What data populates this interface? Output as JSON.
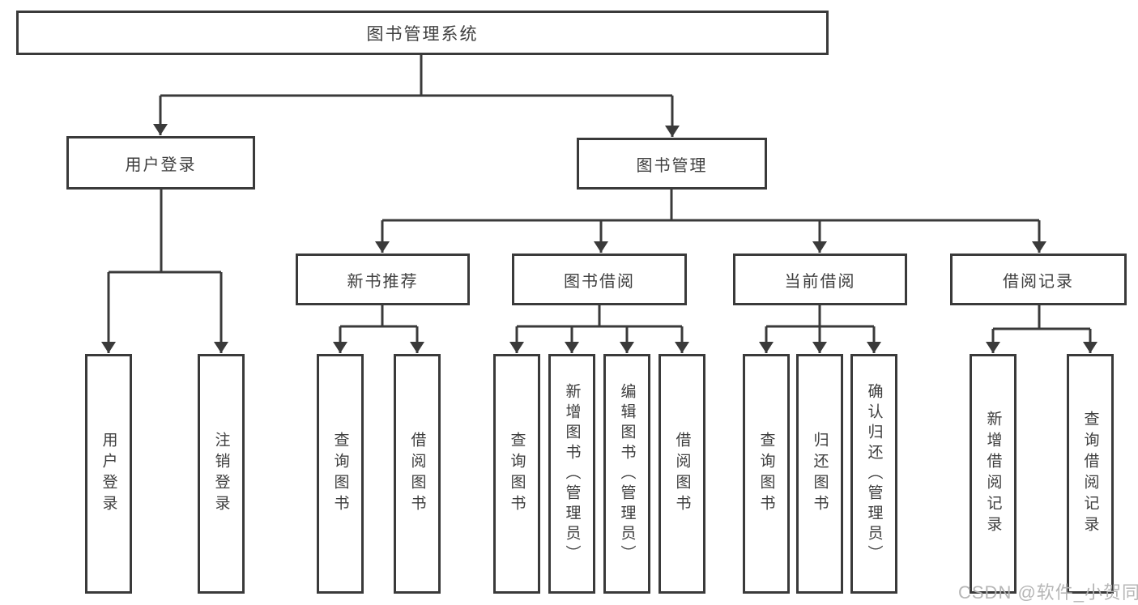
{
  "tree": {
    "label": "图书管理系统",
    "children": [
      {
        "label": "用户登录",
        "children": [
          {
            "label": "用户登录"
          },
          {
            "label": "注销登录"
          }
        ]
      },
      {
        "label": "图书管理",
        "children": [
          {
            "label": "新书推荐",
            "children": [
              {
                "label": "查询图书"
              },
              {
                "label": "借阅图书"
              }
            ]
          },
          {
            "label": "图书借阅",
            "children": [
              {
                "label": "查询图书"
              },
              {
                "label": "新增图书（管理员）"
              },
              {
                "label": "编辑图书（管理员）"
              },
              {
                "label": "借阅图书"
              }
            ]
          },
          {
            "label": "当前借阅",
            "children": [
              {
                "label": "查询图书"
              },
              {
                "label": "归还图书"
              },
              {
                "label": "确认归还（管理员）"
              }
            ]
          },
          {
            "label": "借阅记录",
            "children": [
              {
                "label": "新增借阅记录"
              },
              {
                "label": "查询借阅记录"
              }
            ]
          }
        ]
      }
    ]
  },
  "watermark": {
    "text": "CSDN @软件_小贺同学"
  },
  "colors": {
    "line": "#3a3a3a",
    "text": "#3e3e3e",
    "background": "#ffffff",
    "watermark": "#b2b2b2"
  }
}
